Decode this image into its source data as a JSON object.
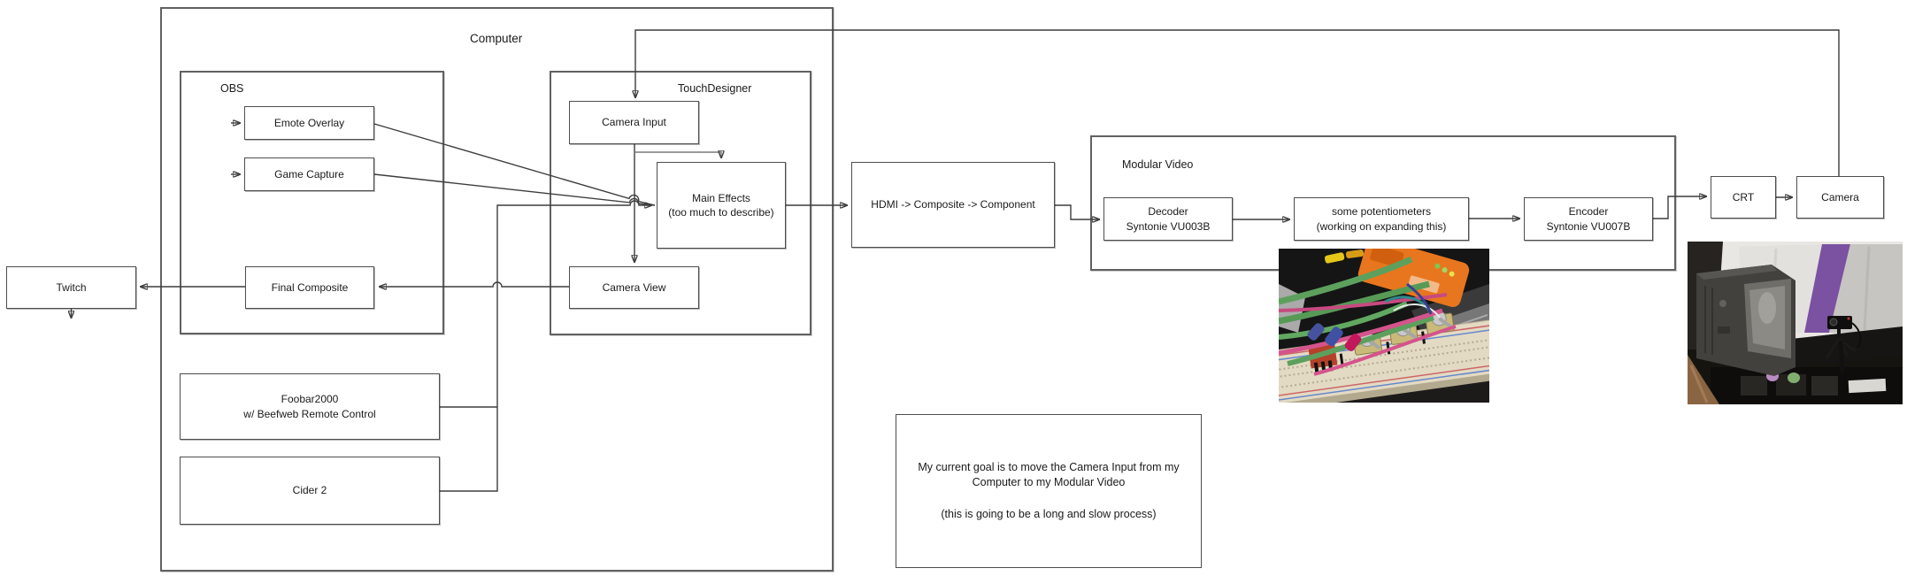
{
  "groups": {
    "computer": {
      "label": "Computer"
    },
    "obs": {
      "label": "OBS"
    },
    "touchdesigner": {
      "label": "TouchDesigner"
    },
    "modular_video": {
      "label": "Modular Video"
    }
  },
  "nodes": {
    "twitch": {
      "label": "Twitch"
    },
    "emote_overlay": {
      "label": "Emote Overlay"
    },
    "game_capture": {
      "label": "Game Capture"
    },
    "final_composite": {
      "label": "Final Composite"
    },
    "camera_input": {
      "label": "Camera Input"
    },
    "main_effects": {
      "label": "Main Effects",
      "sublabel": "(too much to describe)"
    },
    "camera_view": {
      "label": "Camera View"
    },
    "foobar2000": {
      "label": "Foobar2000",
      "sublabel": "w/ Beefweb Remote Control"
    },
    "cider2": {
      "label": "Cider 2"
    },
    "hdmi_converter": {
      "label": "HDMI -> Composite -> Component"
    },
    "decoder": {
      "label": "Decoder",
      "sublabel": "Syntonie VU003B"
    },
    "potentiometers": {
      "label": "some potentiometers",
      "sublabel": "(working on expanding this)"
    },
    "encoder": {
      "label": "Encoder",
      "sublabel": "Syntonie VU007B"
    },
    "crt": {
      "label": "CRT"
    },
    "camera": {
      "label": "Camera"
    }
  },
  "note": {
    "line1": "My current goal is to move the Camera Input from my Computer to my Modular Video",
    "line2": "(this is going to be a long and slow process)"
  },
  "photos": {
    "breadboard": {
      "description": "breadboard with three potentiometers and patch cables"
    },
    "crt_setup": {
      "description": "CRT television on shelf with camera on tripod"
    }
  },
  "colors": {
    "line": "#3d3d3d",
    "line_gray": "#7a7a7a",
    "border_node": "#4d4d4d",
    "border_group": "#616161",
    "text": "#1a1a1a",
    "bg": "#ffffff"
  }
}
